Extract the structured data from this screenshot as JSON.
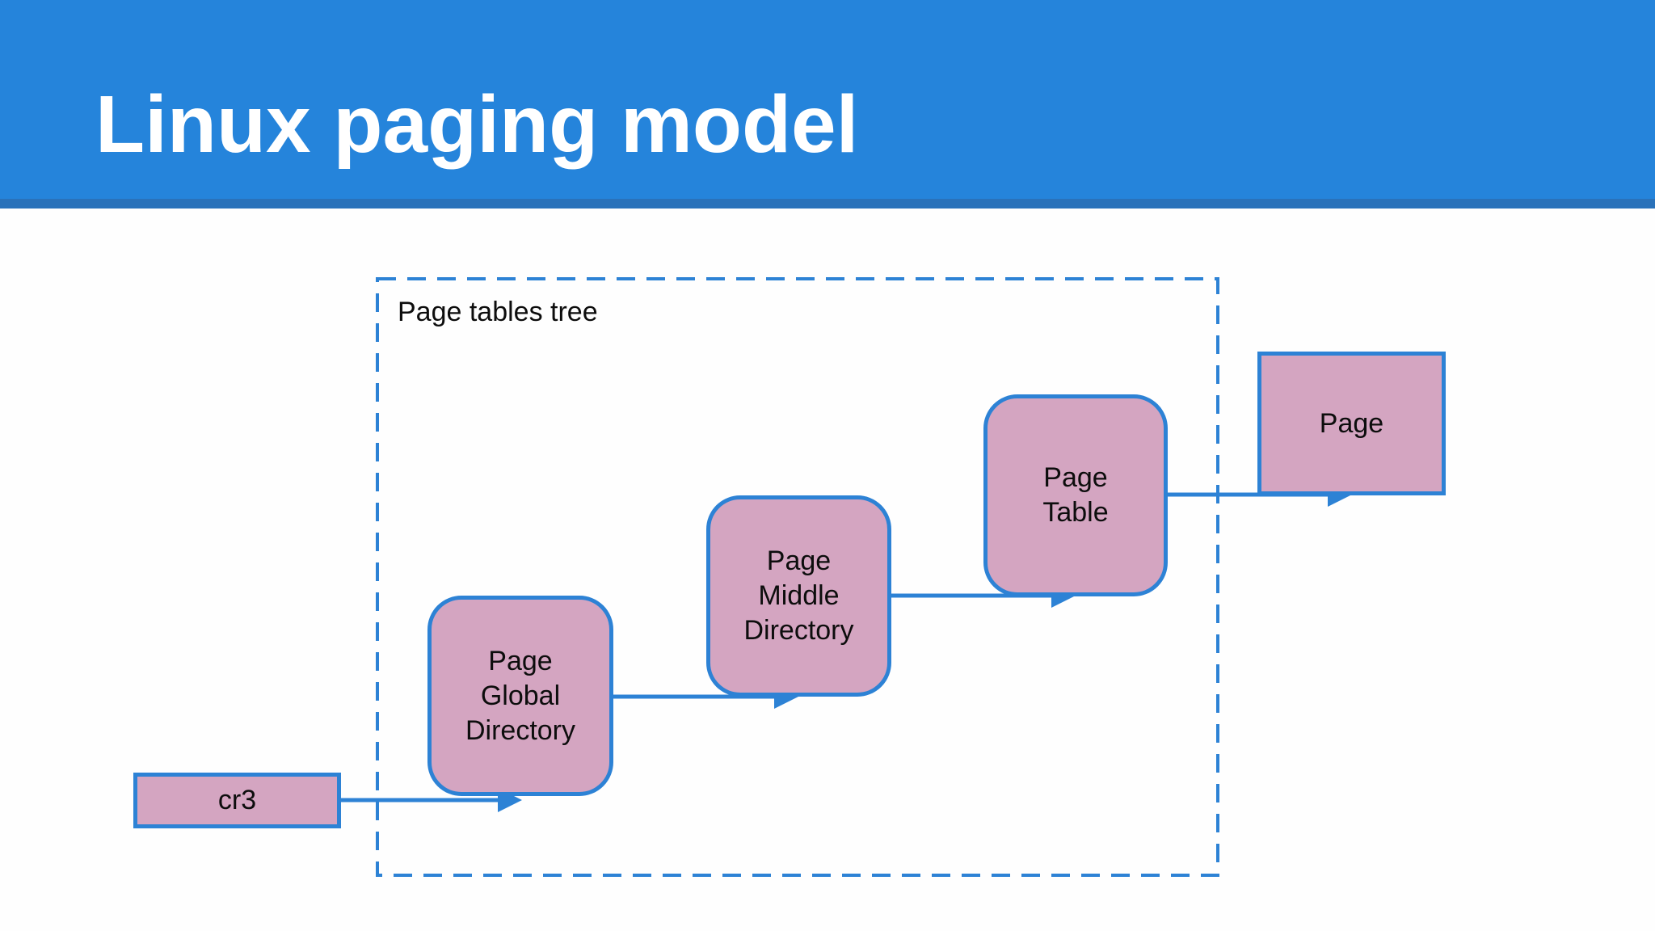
{
  "slide": {
    "title": "Linux paging model",
    "colors": {
      "header_blue": "#2584db",
      "header_strip": "#2a72ba",
      "node_fill": "#d4a5c1",
      "accent_blue": "#2d82d5",
      "label_text": "#0d0d0d",
      "title_text": "#ffffff",
      "background": "#fefefe"
    }
  },
  "diagram": {
    "group_label": "Page tables tree",
    "nodes": [
      {
        "id": "cr3",
        "label": "cr3",
        "shape": "rectangle"
      },
      {
        "id": "pgd",
        "label": "Page\nGlobal\nDirectory",
        "shape": "rounded"
      },
      {
        "id": "pmd",
        "label": "Page\nMiddle\nDirectory",
        "shape": "rounded"
      },
      {
        "id": "pt",
        "label": "Page\nTable",
        "shape": "rounded"
      },
      {
        "id": "page",
        "label": "Page",
        "shape": "rectangle"
      }
    ],
    "edges": [
      {
        "from": "cr3",
        "to": "pgd"
      },
      {
        "from": "pgd",
        "to": "pmd"
      },
      {
        "from": "pmd",
        "to": "pt"
      },
      {
        "from": "pt",
        "to": "page"
      }
    ]
  }
}
